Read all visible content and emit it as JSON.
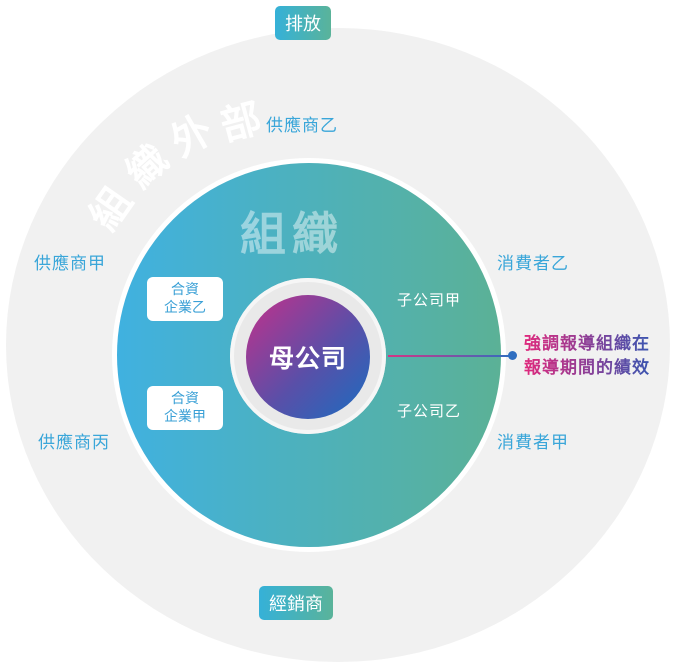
{
  "top_tag": "排放",
  "bottom_tag": "經銷商",
  "external_label": [
    "組",
    "織",
    "外",
    "部"
  ],
  "org_label": "組織",
  "parent": "母公司",
  "subsidiaries": [
    "子公司甲",
    "子公司乙"
  ],
  "joint_ventures": [
    {
      "line1": "合資",
      "line2": "企業乙"
    },
    {
      "line1": "合資",
      "line2": "企業甲"
    }
  ],
  "suppliers": [
    "供應商乙",
    "供應商甲",
    "供應商丙"
  ],
  "consumers": [
    "消費者乙",
    "消費者甲"
  ],
  "note": {
    "line1": "強調報導組織在",
    "line2": "報導期間的績效"
  }
}
